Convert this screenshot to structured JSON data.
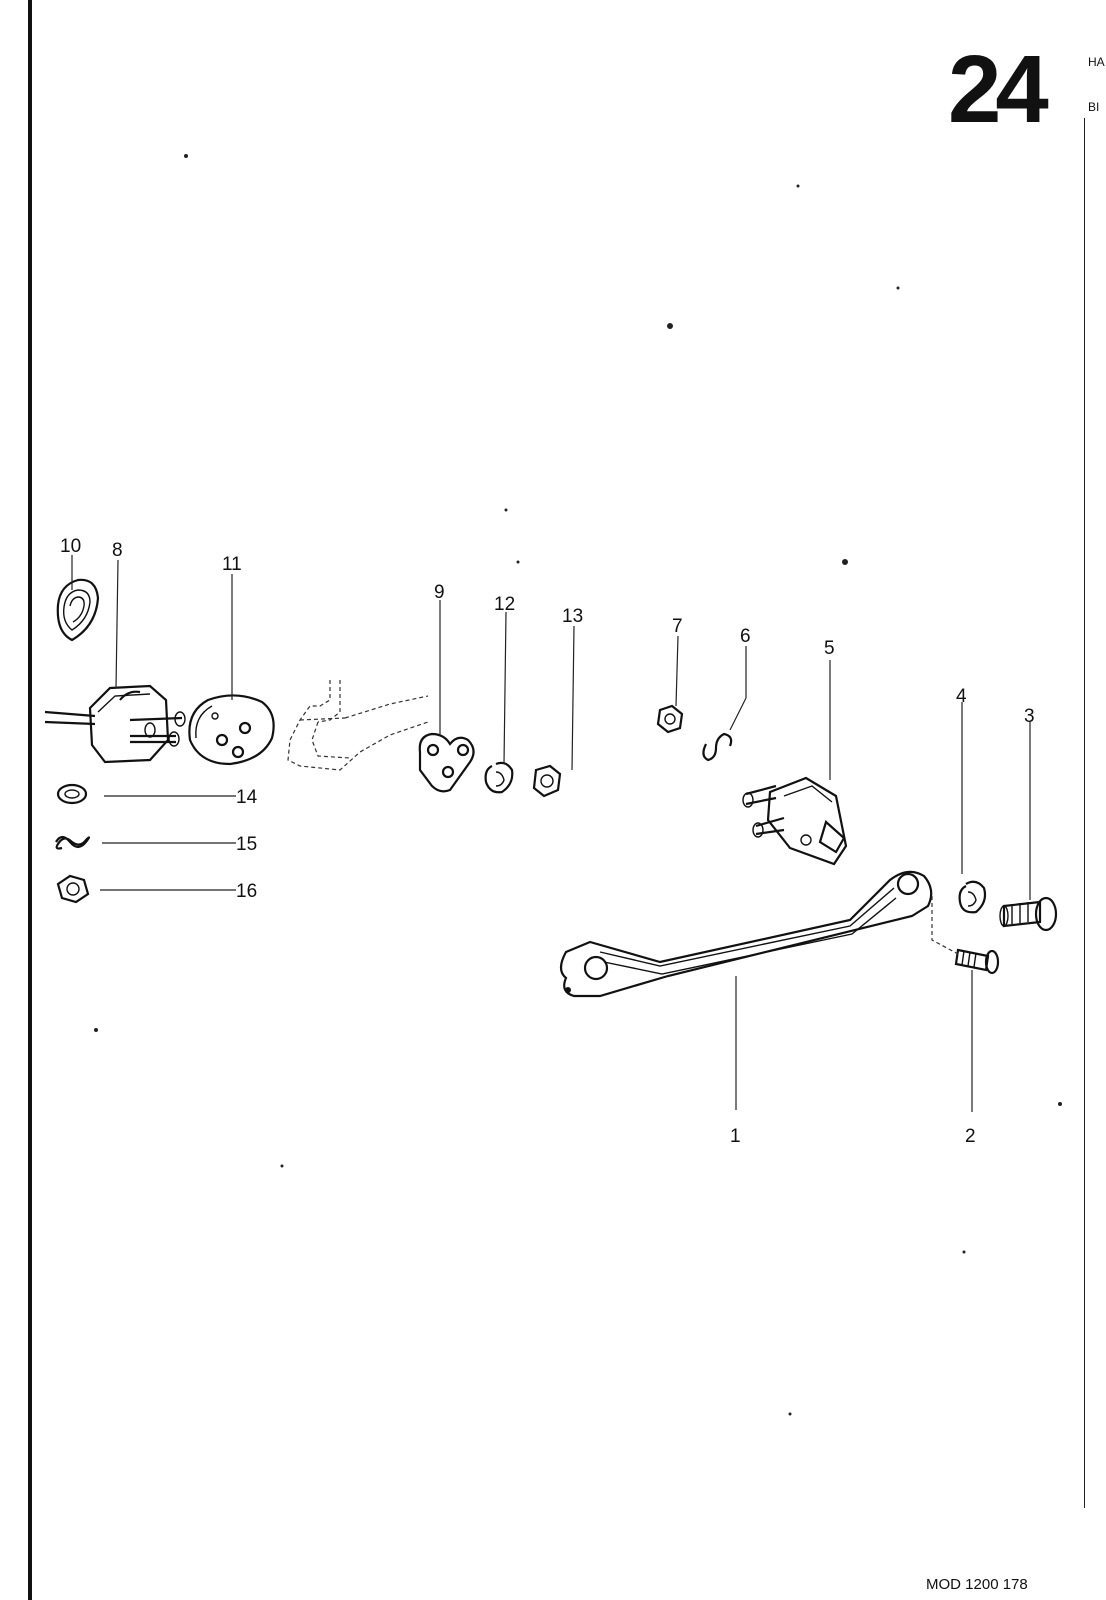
{
  "header": {
    "page_number": "24",
    "top_fragment": "",
    "side_text_1": "HA",
    "side_text_2": "BI"
  },
  "footer": {
    "model_code": "MOD 1200  178"
  },
  "callouts": [
    {
      "id": "1",
      "label": "1"
    },
    {
      "id": "2",
      "label": "2"
    },
    {
      "id": "3",
      "label": "3"
    },
    {
      "id": "4",
      "label": "4"
    },
    {
      "id": "5",
      "label": "5"
    },
    {
      "id": "6",
      "label": "6"
    },
    {
      "id": "7",
      "label": "7"
    },
    {
      "id": "8",
      "label": "8"
    },
    {
      "id": "9",
      "label": "9"
    },
    {
      "id": "10",
      "label": "10"
    },
    {
      "id": "11",
      "label": "11"
    },
    {
      "id": "12",
      "label": "12"
    },
    {
      "id": "13",
      "label": "13"
    },
    {
      "id": "14",
      "label": "14"
    },
    {
      "id": "15",
      "label": "15"
    },
    {
      "id": "16",
      "label": "16"
    }
  ]
}
